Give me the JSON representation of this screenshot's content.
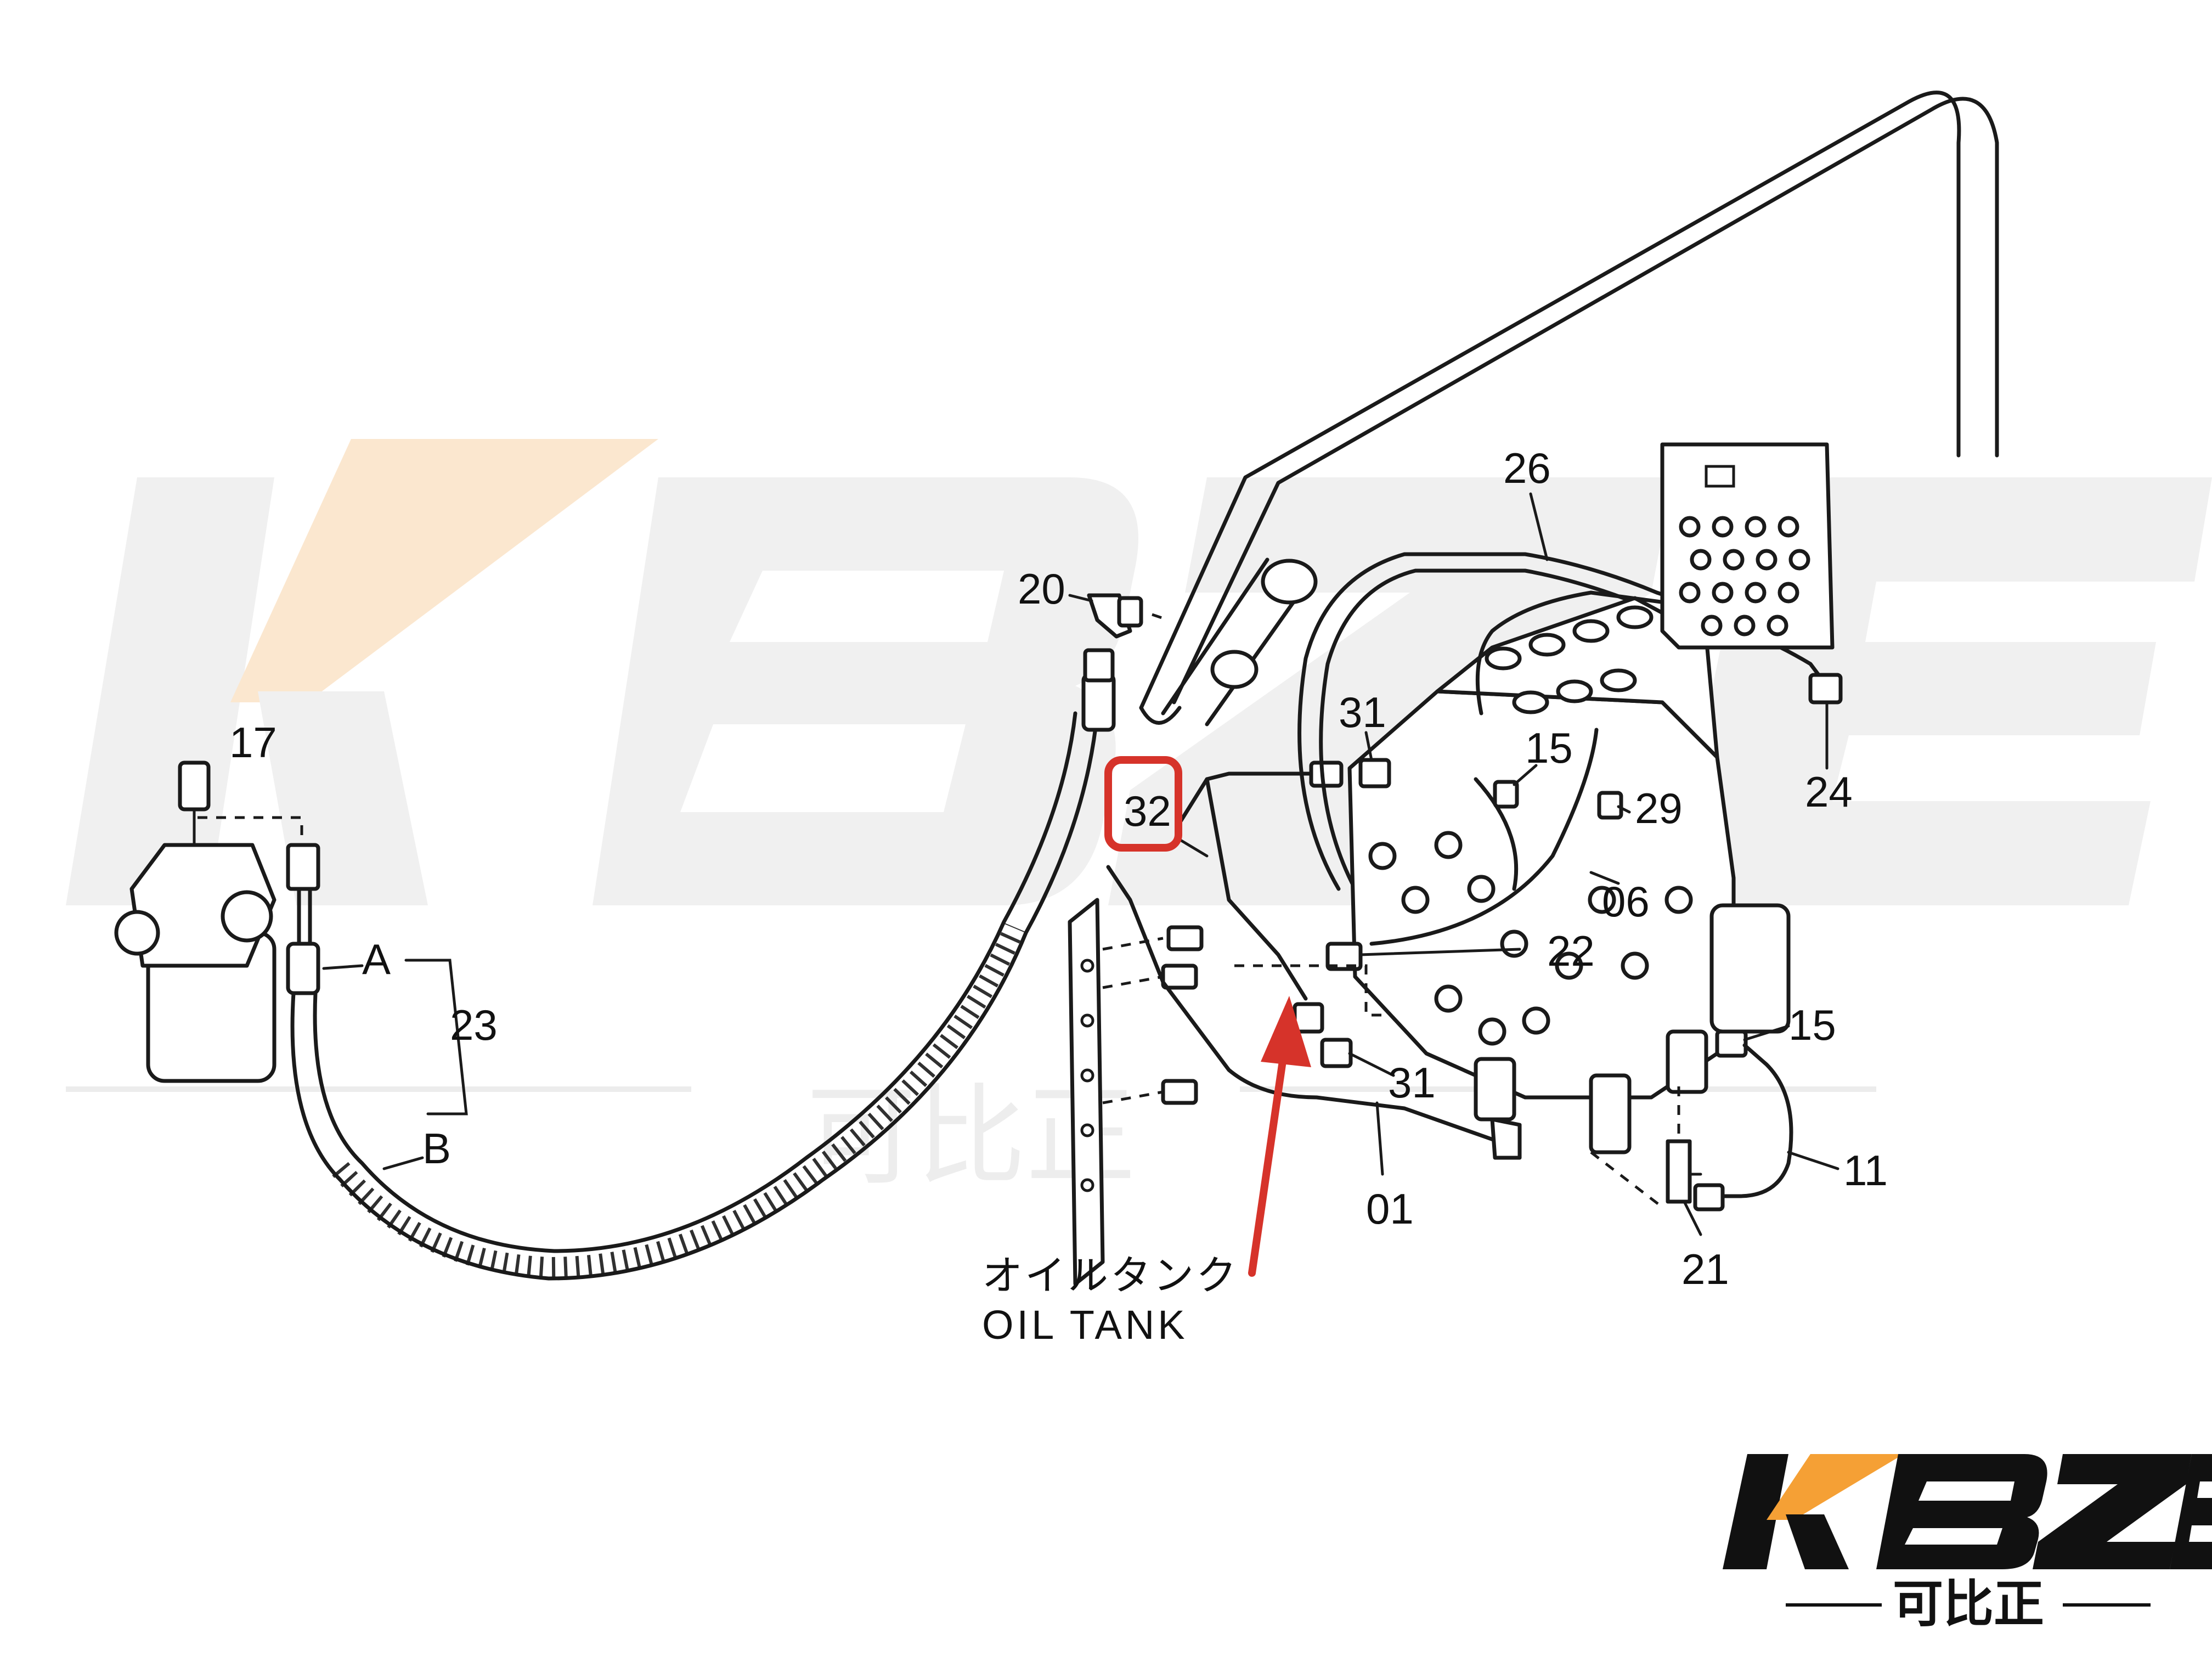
{
  "watermark": {
    "letters": [
      "K",
      "B",
      "Z",
      "E"
    ],
    "subtitle": "可比正"
  },
  "logo": {
    "letters": [
      "K",
      "B",
      "Z",
      "E"
    ],
    "subtitle": "可比正",
    "accent_color": "#f5a035",
    "text_color": "#111111"
  },
  "highlight": {
    "label": "32",
    "box_color": "#d6332a",
    "arrow_color": "#d6332a"
  },
  "caption": {
    "japanese": "オイルタンク",
    "english": "OIL TANK"
  },
  "part_labels": [
    {
      "id": "p17",
      "text": "17"
    },
    {
      "id": "p20",
      "text": "20"
    },
    {
      "id": "pA",
      "text": "A"
    },
    {
      "id": "pB",
      "text": "B"
    },
    {
      "id": "p23",
      "text": "23"
    },
    {
      "id": "p26",
      "text": "26"
    },
    {
      "id": "p31a",
      "text": "31"
    },
    {
      "id": "p15a",
      "text": "15"
    },
    {
      "id": "p29",
      "text": "29"
    },
    {
      "id": "p06",
      "text": "06"
    },
    {
      "id": "p22",
      "text": "22"
    },
    {
      "id": "p24",
      "text": "24"
    },
    {
      "id": "p15b",
      "text": "15"
    },
    {
      "id": "p31b",
      "text": "31"
    },
    {
      "id": "p01",
      "text": "01"
    },
    {
      "id": "p11",
      "text": "11"
    },
    {
      "id": "p21",
      "text": "21"
    }
  ]
}
